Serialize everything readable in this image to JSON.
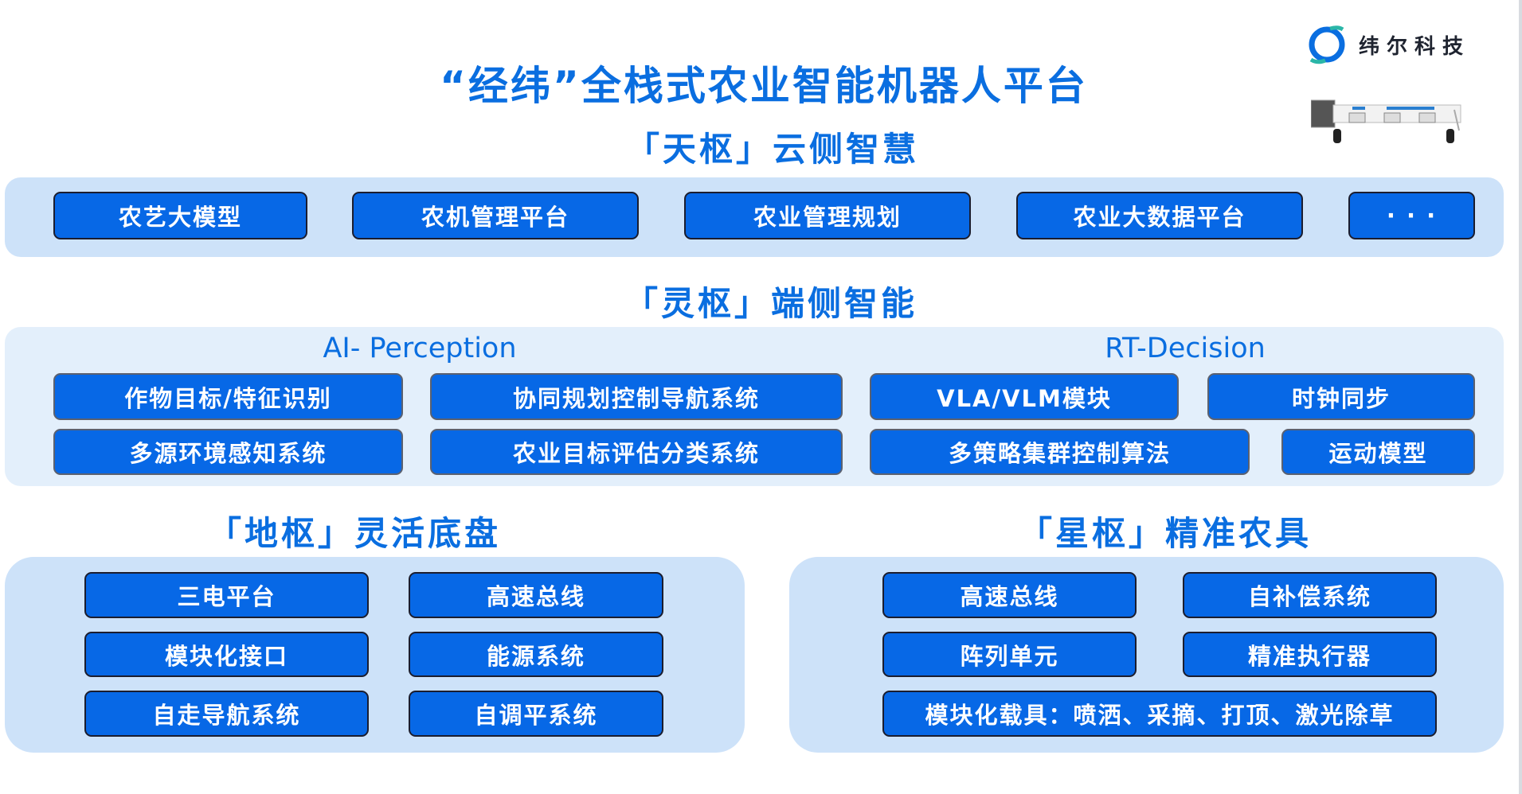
{
  "title": "“经纬”全栈式农业智能机器人平台",
  "logo": {
    "text": "纬尔科技",
    "colors": [
      "#0a6ee0",
      "#2bb6a8"
    ]
  },
  "cloud": {
    "heading": "「天枢」云侧智慧",
    "items": [
      "农艺大模型",
      "农机管理平台",
      "农业管理规划",
      "农业大数据平台",
      "· · ·"
    ]
  },
  "edge": {
    "heading": "「灵枢」端侧智能",
    "perception_label": "AI- Perception",
    "decision_label": "RT-Decision",
    "row1": [
      "作物目标/特征识别",
      "协同规划控制导航系统",
      "VLA/VLM模块",
      "时钟同步"
    ],
    "row2": [
      "多源环境感知系统",
      "农业目标评估分类系统",
      "多策略集群控制算法",
      "运动模型"
    ]
  },
  "chassis": {
    "heading": "「地枢」灵活底盘",
    "items": [
      "三电平台",
      "高速总线",
      "模块化接口",
      "能源系统",
      "自走导航系统",
      "自调平系统"
    ]
  },
  "implements": {
    "heading": "「星枢」精准农具",
    "items": [
      "高速总线",
      "自补偿系统",
      "阵列单元",
      "精准执行器",
      "模块化载具：喷洒、采摘、打顶、激光除草"
    ]
  },
  "colors": {
    "accent": "#0a6ee0",
    "box": "#0768e6",
    "band_dark": "#cde2f9",
    "band_light": "#e3effb"
  }
}
